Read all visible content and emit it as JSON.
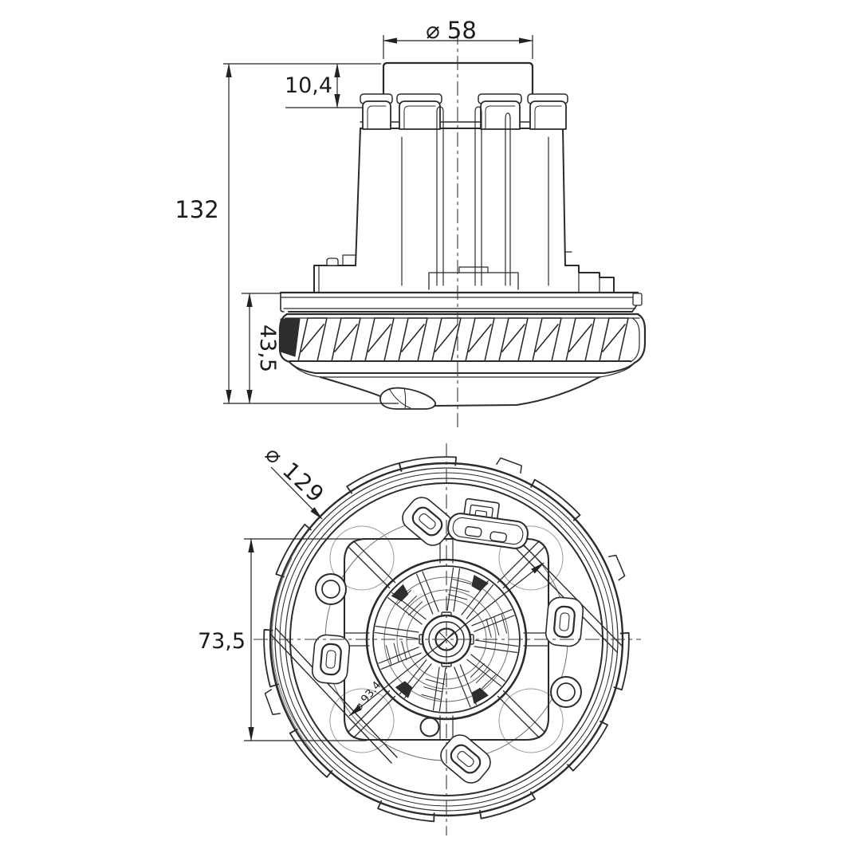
{
  "drawing": {
    "kind": "technical-drawing",
    "views": {
      "front": "front elevation of motor",
      "bottom": "bottom plan of motor"
    }
  },
  "front_view": {
    "cap_diameter_label": "⌀ 58",
    "cap_height_label": "10,4",
    "total_height_label": "132",
    "turbine_height_label": "43,5"
  },
  "bottom_view": {
    "outer_diameter_label": "⌀ 129",
    "bracket_width_label": "73,5",
    "inner_diameter_label": "⌀ 93.4"
  },
  "colors": {
    "line": "#2b2b2b",
    "dimension": "#222222",
    "background": "#ffffff"
  }
}
